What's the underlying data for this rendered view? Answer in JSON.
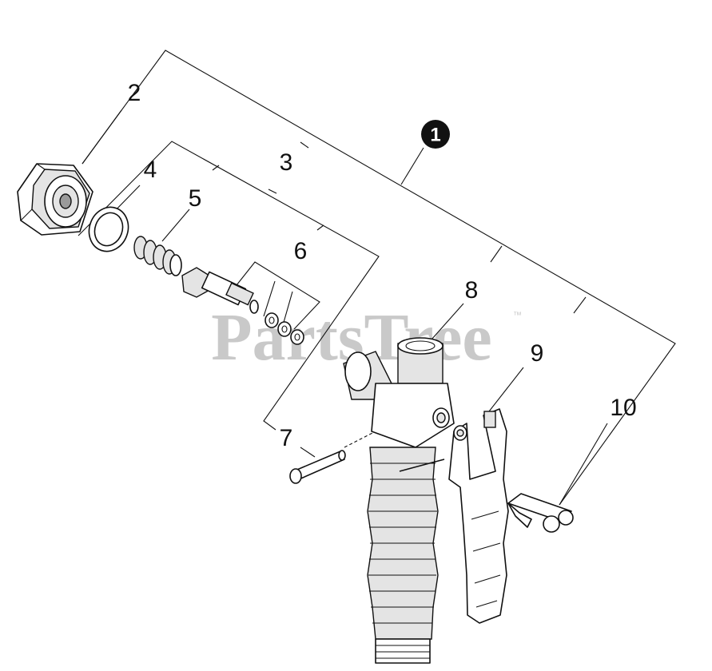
{
  "diagram": {
    "callouts": {
      "c1": "1",
      "c2": "2",
      "c3": "3",
      "c4": "4",
      "c5": "5",
      "c6": "6",
      "c7": "7",
      "c8": "8",
      "c9": "9",
      "c10": "10"
    },
    "watermark": {
      "text": "PartsTree",
      "trademark": "™"
    }
  }
}
